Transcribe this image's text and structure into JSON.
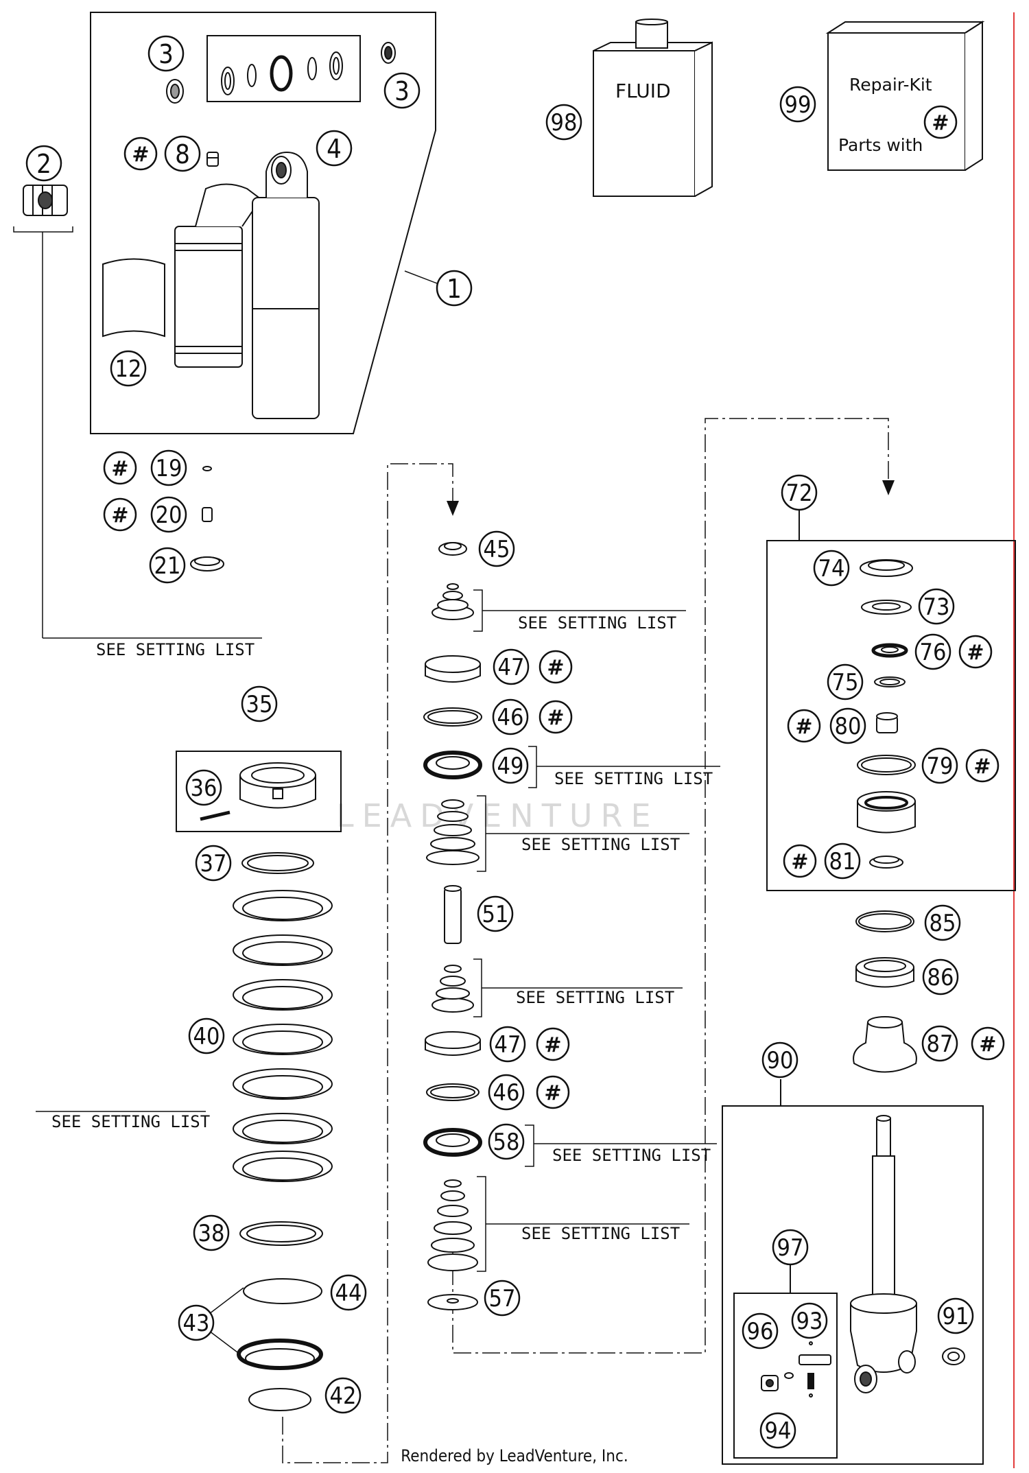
{
  "callouts": [
    {
      "id": "1",
      "label": "1"
    },
    {
      "id": "2",
      "label": "2"
    },
    {
      "id": "3a",
      "label": "3"
    },
    {
      "id": "3b",
      "label": "3"
    },
    {
      "id": "4",
      "label": "4"
    },
    {
      "id": "8",
      "label": "8"
    },
    {
      "id": "12",
      "label": "12"
    },
    {
      "id": "19",
      "label": "19"
    },
    {
      "id": "20",
      "label": "20"
    },
    {
      "id": "21",
      "label": "21"
    },
    {
      "id": "35",
      "label": "35"
    },
    {
      "id": "36",
      "label": "36"
    },
    {
      "id": "37",
      "label": "37"
    },
    {
      "id": "38",
      "label": "38"
    },
    {
      "id": "40",
      "label": "40"
    },
    {
      "id": "42",
      "label": "42"
    },
    {
      "id": "43",
      "label": "43"
    },
    {
      "id": "44",
      "label": "44"
    },
    {
      "id": "45",
      "label": "45"
    },
    {
      "id": "46a",
      "label": "46"
    },
    {
      "id": "46b",
      "label": "46"
    },
    {
      "id": "47a",
      "label": "47"
    },
    {
      "id": "47b",
      "label": "47"
    },
    {
      "id": "49",
      "label": "49"
    },
    {
      "id": "51",
      "label": "51"
    },
    {
      "id": "57",
      "label": "57"
    },
    {
      "id": "58",
      "label": "58"
    },
    {
      "id": "72",
      "label": "72"
    },
    {
      "id": "73",
      "label": "73"
    },
    {
      "id": "74",
      "label": "74"
    },
    {
      "id": "75",
      "label": "75"
    },
    {
      "id": "76",
      "label": "76"
    },
    {
      "id": "79",
      "label": "79"
    },
    {
      "id": "80",
      "label": "80"
    },
    {
      "id": "81",
      "label": "81"
    },
    {
      "id": "85",
      "label": "85"
    },
    {
      "id": "86",
      "label": "86"
    },
    {
      "id": "87",
      "label": "87"
    },
    {
      "id": "90",
      "label": "90"
    },
    {
      "id": "91",
      "label": "91"
    },
    {
      "id": "93",
      "label": "93"
    },
    {
      "id": "94",
      "label": "94"
    },
    {
      "id": "96",
      "label": "96"
    },
    {
      "id": "97",
      "label": "97"
    },
    {
      "id": "98",
      "label": "98"
    },
    {
      "id": "99",
      "label": "99"
    }
  ],
  "hash_symbol": "#",
  "setting_list_label": "SEE SETTING LIST",
  "fluid_label": "FLUID",
  "repair_kit_label": "Repair-Kit",
  "parts_with_label": "Parts with",
  "watermark": "LEADVENTURE",
  "footer": "Rendered by LeadVenture, Inc.",
  "colors": {
    "line": "#111111",
    "margin_line": "#e23b3b",
    "watermark": "#d8d8d8"
  }
}
